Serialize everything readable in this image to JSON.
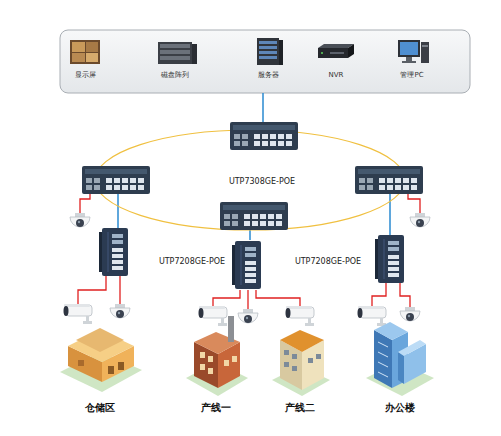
{
  "diagram": {
    "nodes": [
      {
        "text": [
          "显示屏"
        ]
      },
      {
        "text": [
          "磁盘阵列"
        ]
      },
      {
        "text": [
          "服务器"
        ]
      },
      {
        "text": [
          "NVR"
        ]
      },
      {
        "text": [
          "管理PC"
        ]
      },
      {
        "text": [
          "仓储区"
        ]
      },
      {
        "text": [
          "产线一"
        ]
      },
      {
        "text": [
          "产线二"
        ]
      },
      {
        "text": [
          "办公楼"
        ]
      }
    ],
    "labels": [
      "UTP7308GE-POE",
      "UTP7208GE-POE",
      "UTP7208GE-POE"
    ]
  }
}
